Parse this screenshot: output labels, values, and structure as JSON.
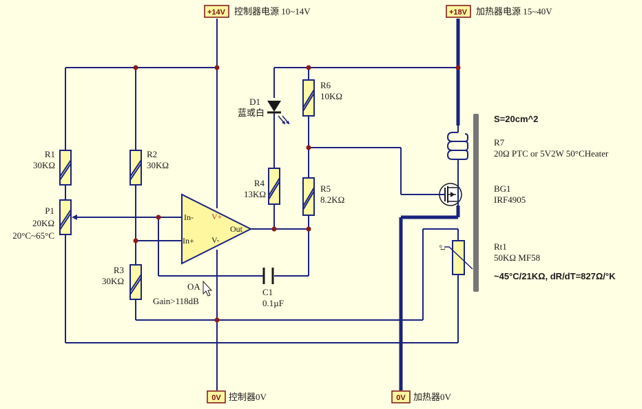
{
  "power": {
    "ctrl_plus": "+14V",
    "ctrl_plus_desc": "控制器电源 10~14V",
    "heat_plus": "+18V",
    "heat_plus_desc": "加热器电源 15~40V",
    "ctrl_gnd": "0V",
    "ctrl_gnd_desc": "控制器0V",
    "heat_gnd": "0V",
    "heat_gnd_desc": "加热器0V"
  },
  "components": {
    "r1": {
      "name": "R1",
      "value": "30KΩ"
    },
    "r2": {
      "name": "R2",
      "value": "30KΩ"
    },
    "r3": {
      "name": "R3",
      "value": "30KΩ"
    },
    "r4": {
      "name": "R4",
      "value": "13KΩ"
    },
    "r5": {
      "name": "R5",
      "value": "8.2KΩ"
    },
    "r6": {
      "name": "R6",
      "value": "10KΩ"
    },
    "p1": {
      "name": "P1",
      "value": "20KΩ",
      "range": "20°C~65°C"
    },
    "d1": {
      "name": "D1",
      "value": "蓝或白"
    },
    "c1": {
      "name": "C1",
      "value": "0.1µF"
    },
    "oa": {
      "name": "OA",
      "gain": "Gain>118dB",
      "pin_inm": "In-",
      "pin_inp": "In+",
      "pin_vp": "V+",
      "pin_vm": "V-",
      "pin_out": "Out"
    },
    "r7": {
      "name": "R7",
      "value": "20Ω PTC or 5V2W 50°CHeater"
    },
    "bg1": {
      "name": "BG1",
      "value": "IRF4905"
    },
    "rt1": {
      "name": "Rt1",
      "value": "50KΩ MF58",
      "symbol": "t°"
    }
  },
  "notes": {
    "area": "S=20cm^2",
    "thermistor": "~45°C/21KΩ, dR/dT=827Ω/°K"
  },
  "colors": {
    "wire": "#1a237e",
    "node": "#8b1a1a",
    "component_fill": "#fff9a8",
    "opamp_fill": "#fff7a0",
    "plate": "#777777"
  }
}
